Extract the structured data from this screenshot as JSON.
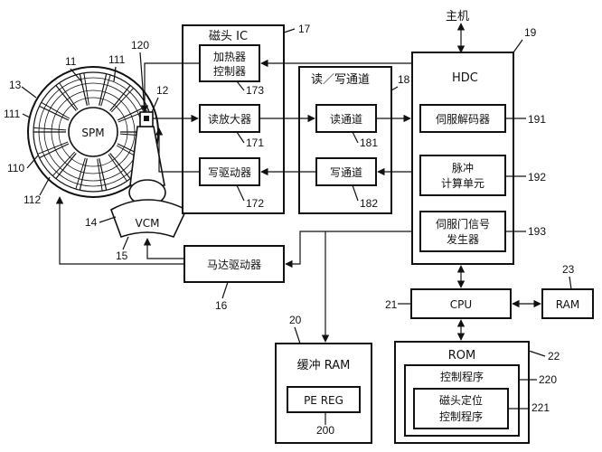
{
  "host": "主机",
  "blocks": {
    "head_ic": {
      "title": "磁头 IC",
      "ref": "17"
    },
    "heater": {
      "line1": "加热器",
      "line2": "控制器",
      "ref": "173"
    },
    "read_amp": {
      "label": "读放大器",
      "ref": "171"
    },
    "write_drv": {
      "label": "写驱动器",
      "ref": "172"
    },
    "rw_channel": {
      "title": "读／写通道",
      "ref": "18"
    },
    "read_ch": {
      "label": "读通道",
      "ref": "181"
    },
    "write_ch": {
      "label": "写通道",
      "ref": "182"
    },
    "hdc": {
      "title": "HDC",
      "ref": "19"
    },
    "servo_dec": {
      "label": "伺服解码器",
      "ref": "191"
    },
    "pulse": {
      "line1": "脉冲",
      "line2": "计算单元",
      "ref": "192"
    },
    "gate": {
      "line1": "伺服门信号",
      "line2": "发生器",
      "ref": "193"
    },
    "motor_drv": {
      "label": "马达驱动器",
      "ref": "16"
    },
    "cpu": {
      "label": "CPU",
      "ref": "21"
    },
    "ram": {
      "label": "RAM",
      "ref": "23"
    },
    "buffer": {
      "title": "缓冲 RAM",
      "ref": "20"
    },
    "pe_reg": {
      "label": "PE REG",
      "ref": "200"
    },
    "rom": {
      "title": "ROM",
      "ref": "22"
    },
    "ctrl_prog": {
      "label": "控制程序",
      "ref": "220"
    },
    "pos_prog": {
      "line1": "磁头定位",
      "line2": "控制程序",
      "ref": "221"
    }
  },
  "disk": {
    "spm": "SPM",
    "vcm": "VCM",
    "refs": {
      "r11": "11",
      "r111a": "111",
      "r111b": "111",
      "r120": "120",
      "r12": "12",
      "r13": "13",
      "r110": "110",
      "r112": "112",
      "r14": "14",
      "r15": "15"
    }
  }
}
